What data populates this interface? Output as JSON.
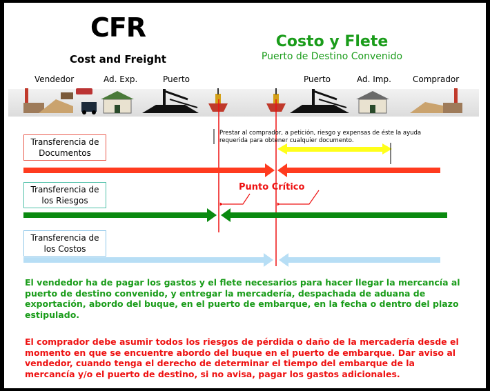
{
  "header": {
    "abbr": "CFR",
    "english": "Cost and Freight",
    "spanish": "Costo y Flete",
    "subtitle": "Puerto de Destino Convenido"
  },
  "parties": {
    "seller": "Vendedor",
    "export_customs": "Ad. Exp.",
    "port_origin": "Puerto",
    "port_destination": "Puerto",
    "import_customs": "Ad. Imp.",
    "buyer": "Comprador"
  },
  "transfers": {
    "documents": "Transferencia de Documentos",
    "risks": "Transferencia de los Riesgos",
    "costs": "Transferencia de los Costos"
  },
  "note": "Prestar al comprador, a petición, riesgo y expensas de éste la ayuda requerida para obtener cualquier documento.",
  "critical_point": "Punto Crítico",
  "paragraphs": {
    "seller_duty": "El vendedor ha de pagar los gastos y el flete necesarios para hacer llegar la mercancía al puerto de destino convenido, y entregar la mercadería, despachada de aduana de exportación, abordo del buque, en el puerto de embarque, en la fecha o dentro del plazo estipulado.",
    "buyer_duty": "El comprador debe asumir todos los riesgos de pérdida o daño de la  mercadería desde el momento en que se encuentre abordo del buque en el puerto de embarque. Dar aviso al vendedor, cuando tenga el derecho de determinar el tiempo del embarque de la mercancía y/o el puerto de destino, si no avisa, pagar los gastos adicionales."
  },
  "colors": {
    "documents": "#ff3b1f",
    "help": "#ffff1a",
    "risks": "#0a8a10",
    "costs": "#b7def5",
    "title_green": "#1a9c1a",
    "alert_red": "#ee1111"
  },
  "icons": [
    "factory-icon",
    "forklift-icon",
    "truck-icon",
    "customs-building-icon",
    "crane-icon",
    "ship-icon"
  ]
}
